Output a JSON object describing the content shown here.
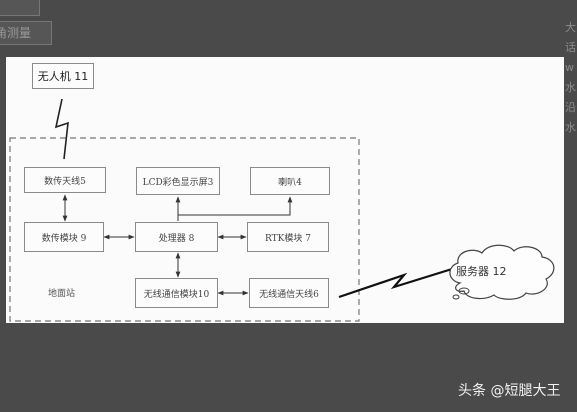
{
  "background_ui": {
    "button_top": "",
    "button_measure": "角测量",
    "right_edge_chars": [
      "大",
      "话",
      "w",
      "",
      "水",
      "沿",
      "",
      "",
      "水"
    ]
  },
  "diagram": {
    "uav": "无人机 11",
    "data_antenna": "数传天线5",
    "lcd_display": "LCD彩色显示屏3",
    "speaker": "喇叭4",
    "data_module": "数传模块 9",
    "processor": "处理器 8",
    "rtk_module": "RTK模块 7",
    "wireless_module": "无线通信模块10",
    "wireless_antenna": "无线通信天线6",
    "ground_station": "地面站",
    "server": "服务器 12"
  },
  "watermark": "头条 @短腿大王",
  "colors": {
    "page_background": "#4a4a4a",
    "paper": "#fbfbfb",
    "lines": "#333333"
  }
}
